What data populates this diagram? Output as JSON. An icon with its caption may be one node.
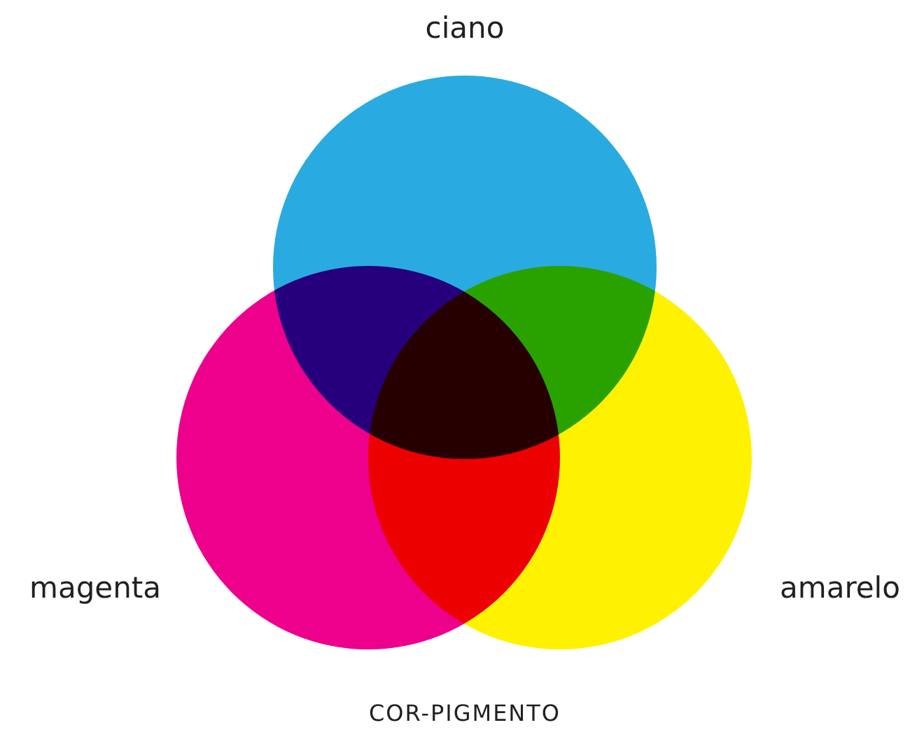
{
  "diagram": {
    "caption": "COR-PIGMENTO",
    "nodes": [
      {
        "text": [
          "ciano"
        ]
      },
      {
        "text": [
          "magenta"
        ]
      },
      {
        "text": [
          "amarelo"
        ]
      }
    ]
  }
}
